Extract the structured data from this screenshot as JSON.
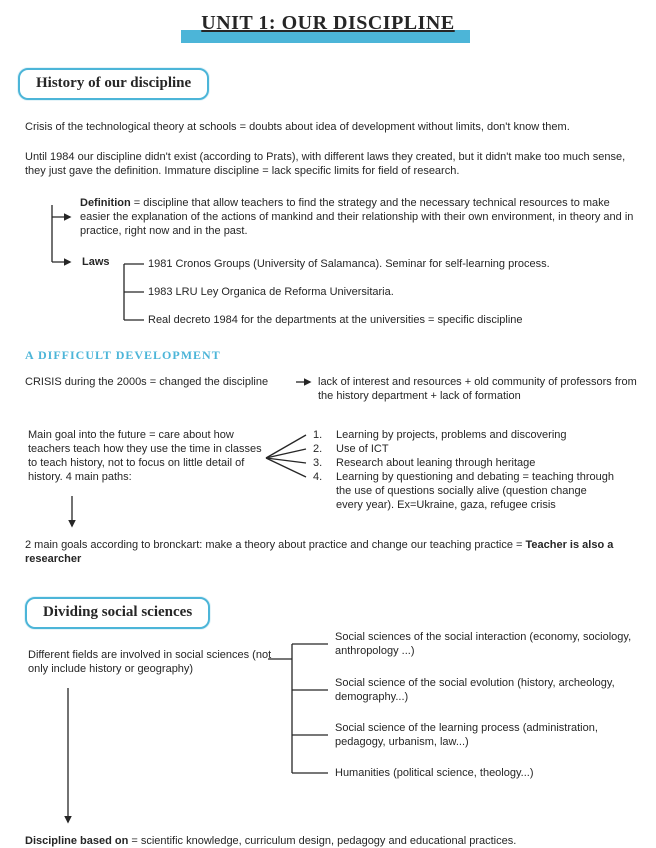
{
  "colors": {
    "accent": "#4cb5d8",
    "ink": "#262626"
  },
  "title": "UNIT 1: OUR DISCIPLINE",
  "section1": {
    "heading": "History of our discipline",
    "p1": "Crisis of the technological theory at schools = doubts about idea of development without limits, don't know them.",
    "p2": "Until 1984 our discipline didn't exist (according to Prats), with different laws they created, but it didn't make too much sense, they just gave the definition. Immature discipline = lack specific limits for field of research.",
    "definition_label": "Definition",
    "definition_text": " = discipline that allow teachers to find the strategy and the necessary technical resources to make easier the explanation of the actions of mankind and their relationship with their own environment, in theory and in practice, right now and in the past.",
    "laws_label": "Laws",
    "laws": [
      "1981 Cronos Groups (University of Salamanca). Seminar for self-learning process.",
      "1983 LRU Ley Organica de Reforma Universitaria.",
      "Real decreto 1984 for the departments at the universities = specific discipline"
    ],
    "subheading": "A DIFFICULT DEVELOPMENT",
    "crisis_left": "CRISIS during the 2000s = changed the discipline",
    "crisis_right": "lack of interest and resources + old community of professors from the history department + lack of formation",
    "main_goal": "Main goal into the future = care about how teachers teach how they use the time in classes to teach history, not to focus on little detail of history. 4 main paths:",
    "paths": [
      {
        "n": "1.",
        "text": "Learning by projects, problems and discovering"
      },
      {
        "n": "2.",
        "text": "Use of ICT"
      },
      {
        "n": "3.",
        "text": "Research about leaning through heritage"
      },
      {
        "n": "4.",
        "text": "Learning by questioning and debating = teaching through the use of questions socially alive (question change every year). Ex=Ukraine, gaza, refugee crisis"
      }
    ],
    "goals_text": "2 main goals according to bronckart: make a theory about practice and change our teaching practice = ",
    "goals_bold": "Teacher is also a researcher"
  },
  "section2": {
    "heading": "Dividing social sciences",
    "intro": "Different fields are involved in social sciences (not only include history or geography)",
    "fields": [
      "Social sciences of the social interaction (economy, sociology, anthropology ...)",
      "Social science of the social evolution (history, archeology, demography...)",
      "Social science of the learning process (administration, pedagogy, urbanism, law...)",
      "Humanities (political science, theology...)"
    ],
    "conclusion_bold": "Discipline based on",
    "conclusion_text": " = scientific knowledge, curriculum design, pedagogy and educational practices."
  }
}
